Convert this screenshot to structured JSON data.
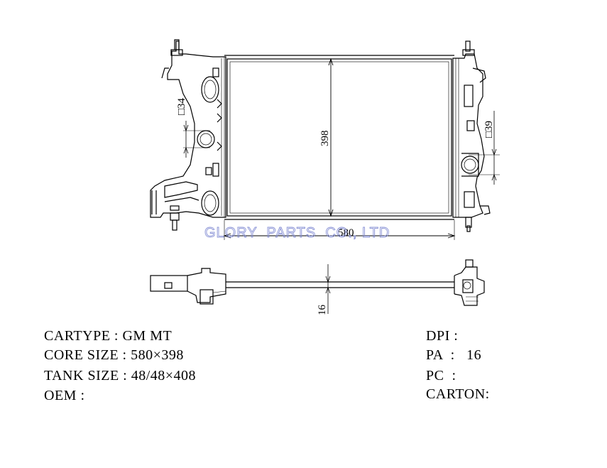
{
  "watermark": "GLORY  PARTS  CO., LTD",
  "dimensions": {
    "core_height": "398",
    "core_width": "580",
    "inlet_size": "□34",
    "outlet_size": "□39",
    "core_thickness": "16"
  },
  "specs_left": [
    {
      "key": "cartype",
      "text": "CARTYPE : GM MT"
    },
    {
      "key": "core-size",
      "text": "CORE SIZE : 580×398"
    },
    {
      "key": "tank-size",
      "text": "TANK SIZE : 48/48×408"
    },
    {
      "key": "oem",
      "text": "OEM :"
    }
  ],
  "specs_right": [
    {
      "key": "dpi",
      "text": "DPI :"
    },
    {
      "key": "pa",
      "text": "PA  :   16"
    },
    {
      "key": "pc",
      "text": "PC  :"
    },
    {
      "key": "carton",
      "text": "CARTON:"
    }
  ]
}
